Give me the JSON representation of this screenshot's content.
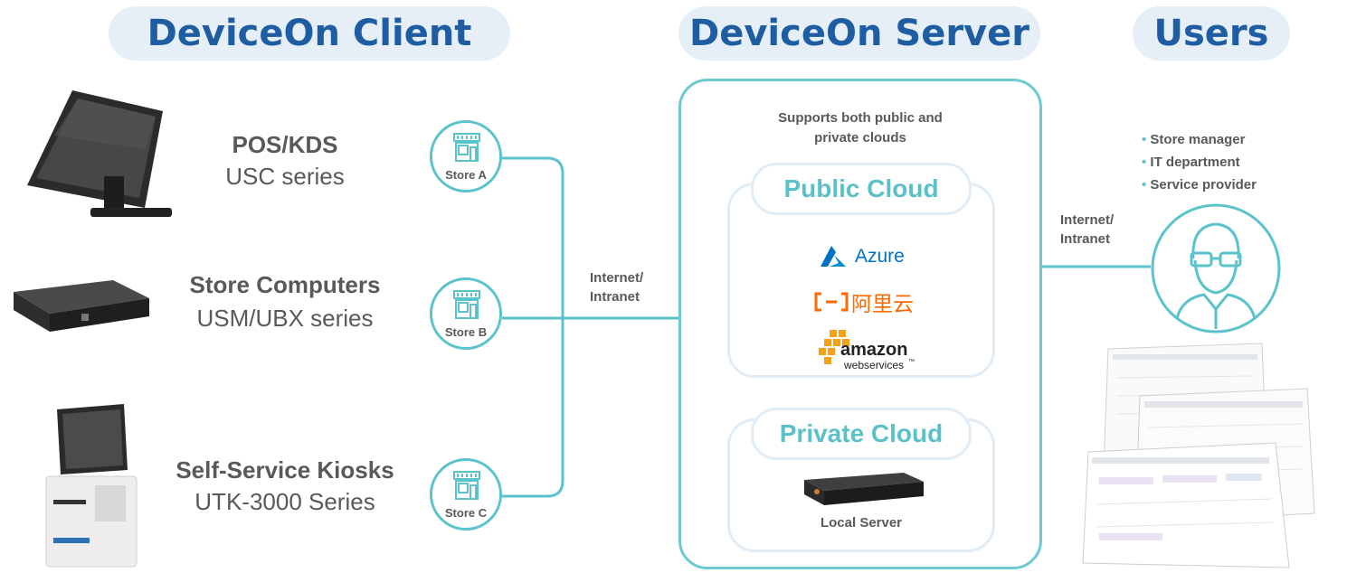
{
  "headers": {
    "client": "DeviceOn Client",
    "server": "DeviceOn Server",
    "users": "Users"
  },
  "devices": [
    {
      "title": "POS/KDS",
      "subtitle": "USC series"
    },
    {
      "title": "Store Computers",
      "subtitle": "USM/UBX series"
    },
    {
      "title": "Self-Service Kiosks",
      "subtitle": "UTK-3000 Series"
    }
  ],
  "stores": [
    "Store A",
    "Store B",
    "Store C"
  ],
  "links": {
    "client_server": [
      "Internet/",
      "Intranet"
    ],
    "server_users": [
      "Internet/",
      "Intranet"
    ]
  },
  "server": {
    "note_line1": "Supports both public and",
    "note_line2": "private clouds",
    "public_cloud": "Public Cloud",
    "providers": {
      "azure": "Azure",
      "aliyun": "阿里云",
      "amazon": "amazon",
      "aws": "webservices",
      "tm": "™"
    },
    "private_cloud": "Private Cloud",
    "local_server": "Local Server"
  },
  "users": {
    "roles": [
      "Store manager",
      "IT department",
      "Service provider"
    ]
  },
  "colors": {
    "accent": "#5bc3cb",
    "header_bg": "#e6eff8",
    "header_text": "#1f5da3",
    "azure": "#0072c6",
    "aliyun": "#ff6a00",
    "aws": "#f7a11b"
  }
}
